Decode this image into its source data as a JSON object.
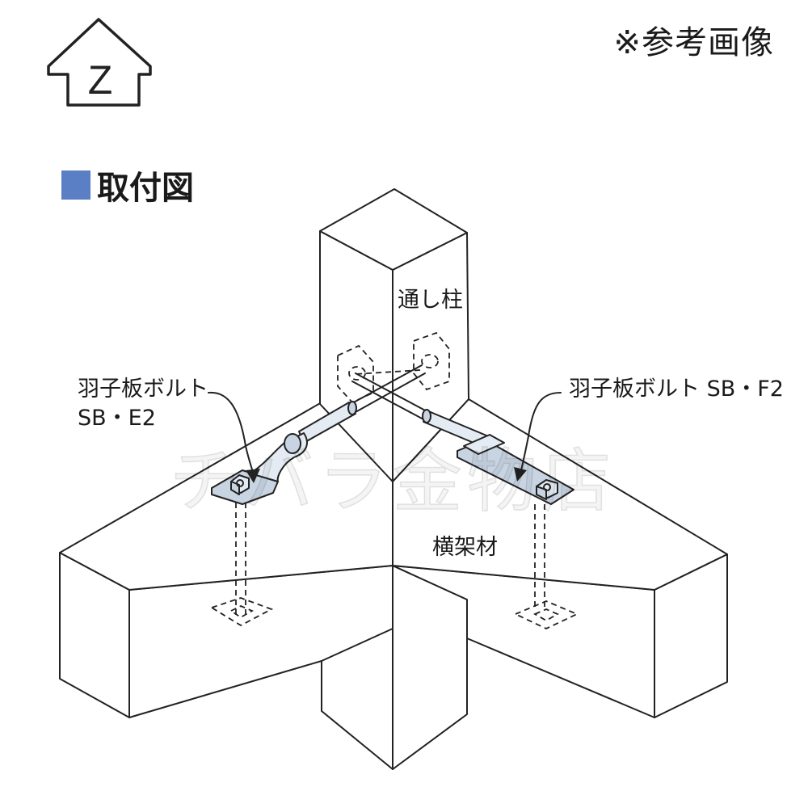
{
  "header": {
    "logo_letter": "Z",
    "note": "※参考画像"
  },
  "section": {
    "title": "取付図",
    "marker_color": "#5b7fc4"
  },
  "labels": {
    "pillar": "通し柱",
    "beam": "横架材",
    "bolt_e2_line1": "羽子板ボルト",
    "bolt_e2_line2": "SB・E2",
    "bolt_f2": "羽子板ボルト SB・F2"
  },
  "watermark": "チバラ金物店",
  "colors": {
    "metal": "#c8d4e2",
    "metal_light": "#e4ebf3",
    "line": "#222222"
  }
}
